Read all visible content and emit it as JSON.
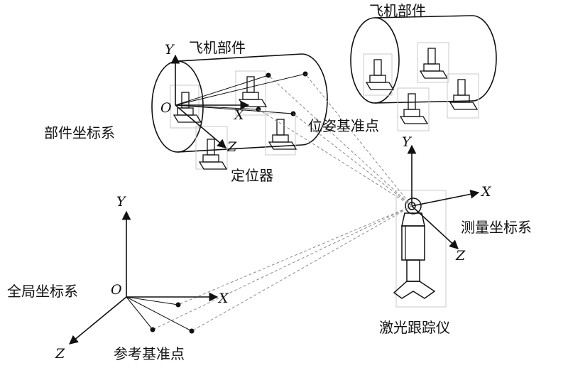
{
  "labels": {
    "aircraft_part_left": "飞机部件",
    "aircraft_part_right": "飞机部件",
    "part_coordinate_system": "部件坐标系",
    "pose_reference_point": "位姿基准点",
    "locator": "定位器",
    "global_coordinate_system": "全局坐标系",
    "reference_point": "参考基准点",
    "measurement_coordinate_system": "测量坐标系",
    "laser_tracker": "激光跟踪仪"
  },
  "axes": {
    "part": {
      "origin": "O",
      "x": "X",
      "y": "Y",
      "z": "Z"
    },
    "global": {
      "origin": "O",
      "x": "X",
      "y": "Y",
      "z": "Z"
    },
    "measure": {
      "x": "X",
      "y": "Y",
      "z": "Z"
    }
  }
}
